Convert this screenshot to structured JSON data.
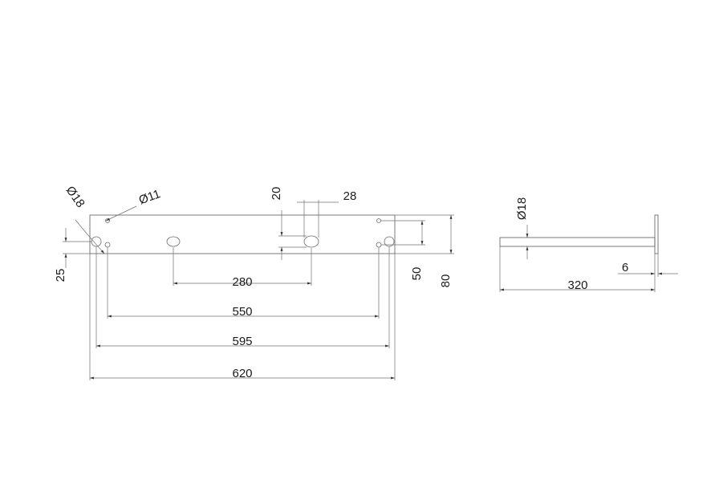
{
  "drawing": {
    "front_view": {
      "dimensions": {
        "overall_length": "620",
        "outer_hole_spacing": "595",
        "inner_hole_spacing": "550",
        "center_hole_spacing": "280",
        "overall_height": "80",
        "inner_hole_height": "50",
        "outer_hole_offset": "25",
        "slot_height": "20",
        "slot_width": "28",
        "large_hole_diameter": "Ø18",
        "small_hole_diameter": "Ø11"
      }
    },
    "side_view": {
      "dimensions": {
        "rod_length": "320",
        "plate_thickness": "6",
        "rod_diameter": "Ø18"
      }
    }
  }
}
